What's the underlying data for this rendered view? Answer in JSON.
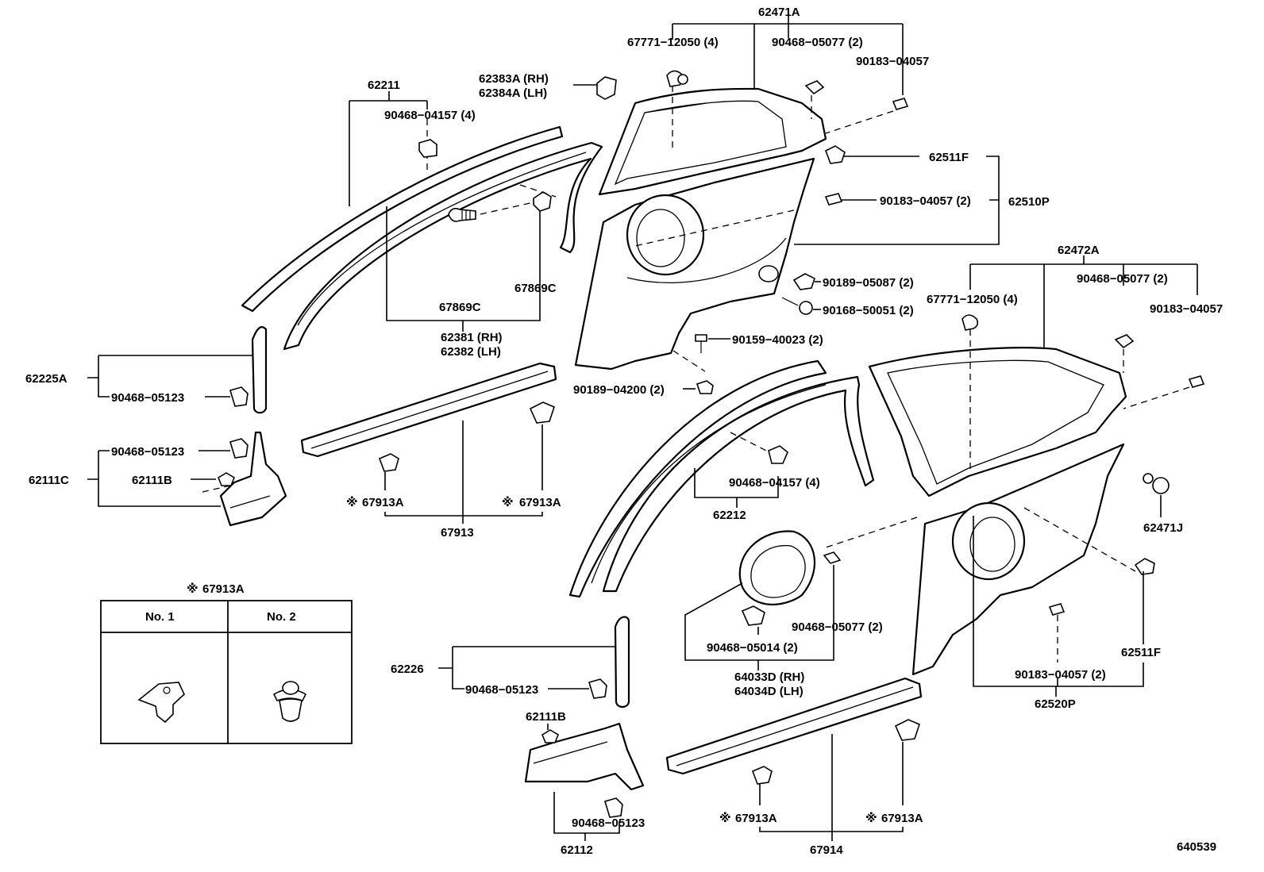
{
  "labels": {
    "p62471A": "62471A",
    "p67771_a": "67771−12050 (4)",
    "p90468_05077_a": "90468−05077 (2)",
    "p90183_04057_a": "90183−04057",
    "p62383A": "62383A (RH)",
    "p62384A": "62384A (LH)",
    "p62211": "62211",
    "p90468_04157_a": "90468−04157 (4)",
    "p62511F_a": "62511F",
    "p90183_04057_b": "90183−04057 (2)",
    "p62510P": "62510P",
    "p67869C_a": "67869C",
    "p67869C_b": "67869C",
    "p62381": "62381 (RH)",
    "p62382": "62382 (LH)",
    "p90189_05087": "90189−05087 (2)",
    "p90168_50051": "90168−50051 (2)",
    "p62472A": "62472A",
    "p90468_05077_b": "90468−05077 (2)",
    "p67771_b": "67771−12050 (4)",
    "p90183_04057_c": "90183−04057",
    "p90159_40023": "90159−40023 (2)",
    "p62225A": "62225A",
    "p90468_05123_a": "90468−05123",
    "p90189_04200": "90189−04200 (2)",
    "p90468_05123_b": "90468−05123",
    "p62111C": "62111C",
    "p62111B_a": "62111B",
    "p67913A_a": "67913A",
    "p67913A_b": "67913A",
    "p67913": "67913",
    "p90468_04157_b": "90468−04157 (4)",
    "p62212": "62212",
    "p62471J": "62471J",
    "p67913A_note": "67913A",
    "p90468_05077_c": "90468−05077 (2)",
    "p90468_05014": "90468−05014 (2)",
    "p64033D": "64033D (RH)",
    "p64034D": "64034D (LH)",
    "p62511F_b": "62511F",
    "p90183_04057_d": "90183−04057 (2)",
    "p62520P": "62520P",
    "p62226": "62226",
    "p90468_05123_c": "90468−05123",
    "p62111B_b": "62111B",
    "p90468_05123_d": "90468−05123",
    "p62112": "62112",
    "p67913A_c": "67913A",
    "p67913A_d": "67913A",
    "p67914": "67914",
    "drawing_no": "640539"
  },
  "marks": {
    "asterisk": "※"
  },
  "inset": {
    "col1": "No. 1",
    "col2": "No. 2"
  }
}
